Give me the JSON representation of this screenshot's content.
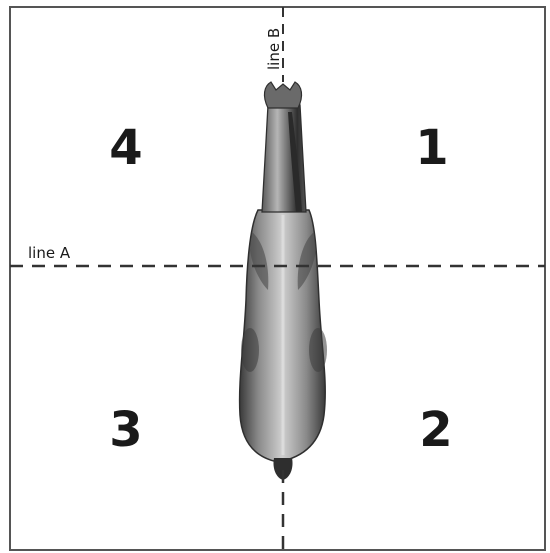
{
  "labels": {
    "line_a": "line A",
    "line_b": "line B"
  },
  "quadrants": {
    "q1": "1",
    "q2": "2",
    "q3": "3",
    "q4": "4"
  },
  "colors": {
    "frame": "#555555",
    "dash": "#333333",
    "text": "#1a1a1a",
    "animal_dark": "#3c3c3c",
    "animal_mid": "#7a7a7a",
    "animal_light": "#c4c4c4"
  }
}
